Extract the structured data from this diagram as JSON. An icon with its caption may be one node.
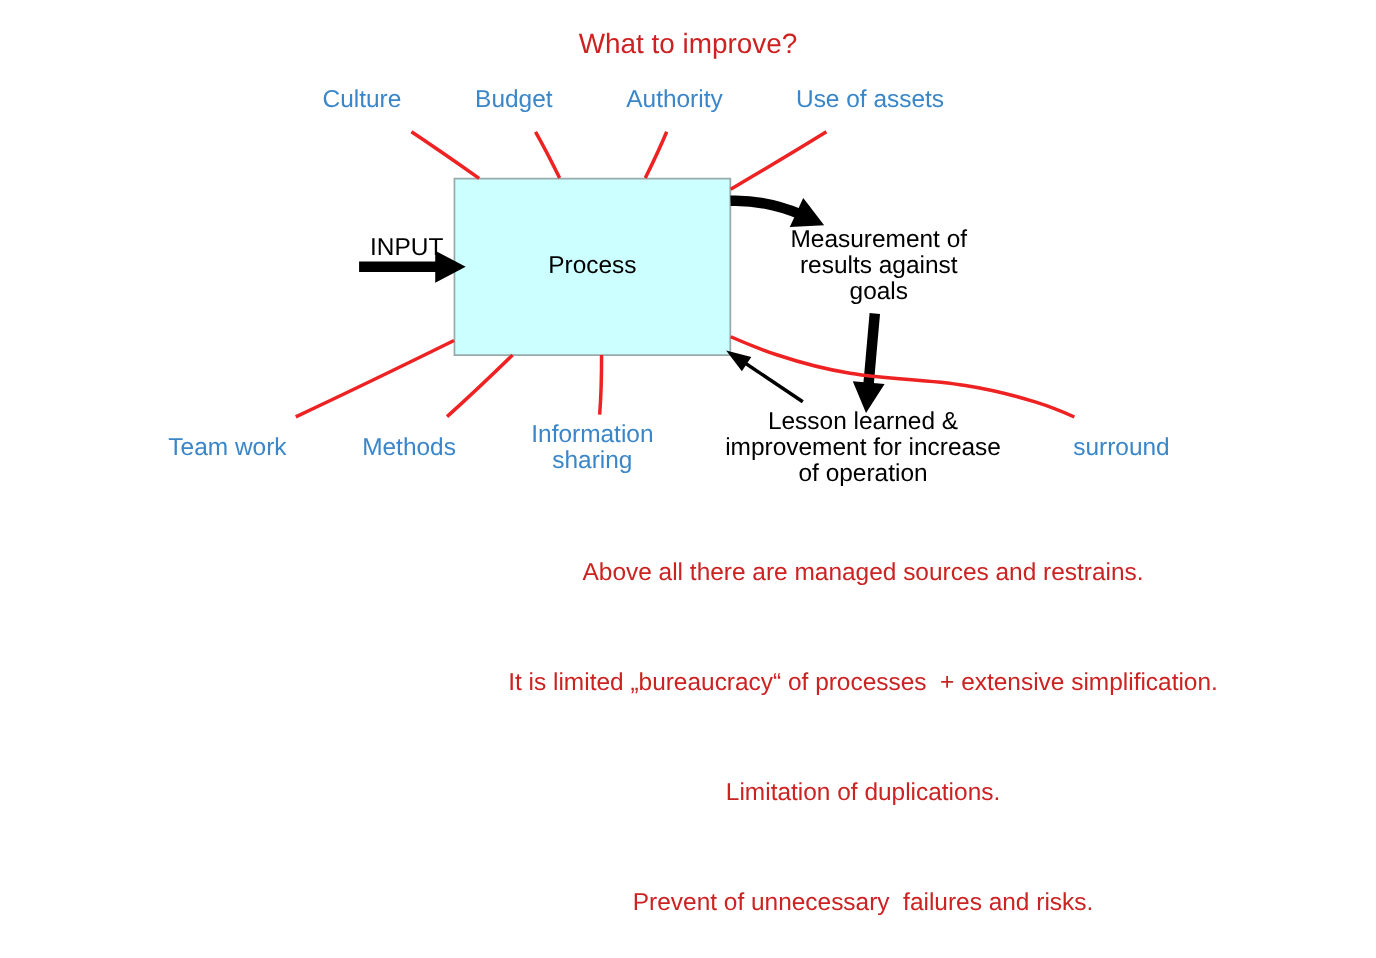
{
  "diagram": {
    "title": "What to improve?",
    "nodes": [
      {
        "text": [
          "Process"
        ]
      },
      {
        "text": [
          "Measurement of results against goals"
        ]
      },
      {
        "text": [
          "Lesson learned & improvement for increase of operation"
        ]
      },
      {
        "text": [
          "Budget"
        ]
      },
      {
        "text": [
          "Authority"
        ]
      },
      {
        "text": [
          "Use of assets"
        ]
      },
      {
        "text": [
          "Culture"
        ]
      },
      {
        "text": [
          "Team work"
        ]
      },
      {
        "text": [
          "Methods"
        ]
      },
      {
        "text": [
          "Information sharing"
        ]
      },
      {
        "text": [
          "surround"
        ]
      }
    ],
    "edges": [
      {
        "from": null,
        "to": 0,
        "arrow": "to",
        "label": "INPUT",
        "style": "thick",
        "color": "#000000"
      },
      {
        "from": 0,
        "to": 1,
        "arrow": "to",
        "style": "thick",
        "color": "#000000"
      },
      {
        "from": 1,
        "to": 2,
        "arrow": "to",
        "style": "thick",
        "color": "#000000"
      },
      {
        "from": 2,
        "to": 0,
        "arrow": "to",
        "color": "#000000"
      },
      {
        "from": 3,
        "to": 0,
        "arrow": "none"
      },
      {
        "from": 4,
        "to": 0,
        "arrow": "none"
      },
      {
        "from": 5,
        "to": 0,
        "arrow": "none"
      },
      {
        "from": 6,
        "to": 0,
        "arrow": "none"
      },
      {
        "from": 7,
        "to": 0,
        "arrow": "none"
      },
      {
        "from": 8,
        "to": 0,
        "arrow": "none"
      },
      {
        "from": 9,
        "to": 0,
        "arrow": "none"
      },
      {
        "from": 10,
        "to": 0,
        "arrow": "none"
      }
    ],
    "labels": [
      "Above all there are managed sources and restrains.",
      "It is limited „bureaucracy“ of processes  + extensive simplification.",
      "Limitation of duplications.",
      "Prevent of unnecessary  failures and risks."
    ]
  }
}
